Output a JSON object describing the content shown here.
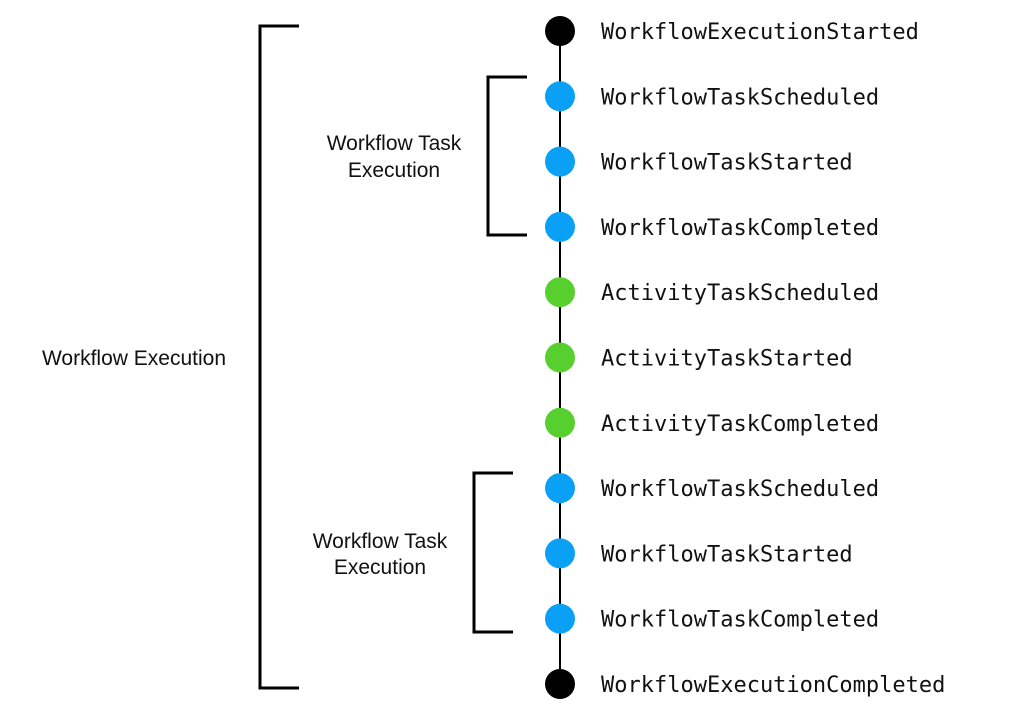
{
  "colors": {
    "milestone": "#000000",
    "workflow_task": "#0aa0f5",
    "activity_task": "#57cf2e",
    "line": "#000000",
    "text": "#111111"
  },
  "events": [
    {
      "label": "WorkflowExecutionStarted",
      "kind": "milestone"
    },
    {
      "label": "WorkflowTaskScheduled",
      "kind": "workflow_task"
    },
    {
      "label": "WorkflowTaskStarted",
      "kind": "workflow_task"
    },
    {
      "label": "WorkflowTaskCompleted",
      "kind": "workflow_task"
    },
    {
      "label": "ActivityTaskScheduled",
      "kind": "activity_task"
    },
    {
      "label": "ActivityTaskStarted",
      "kind": "activity_task"
    },
    {
      "label": "ActivityTaskCompleted",
      "kind": "activity_task"
    },
    {
      "label": "WorkflowTaskScheduled",
      "kind": "workflow_task"
    },
    {
      "label": "WorkflowTaskStarted",
      "kind": "workflow_task"
    },
    {
      "label": "WorkflowTaskCompleted",
      "kind": "workflow_task"
    },
    {
      "label": "WorkflowExecutionCompleted",
      "kind": "milestone"
    }
  ],
  "groups": {
    "workflow_execution": {
      "label": "Workflow Execution"
    },
    "workflow_task_1": {
      "label_line1": "Workflow Task",
      "label_line2": "Execution"
    },
    "workflow_task_2": {
      "label_line1": "Workflow Task",
      "label_line2": "Execution"
    }
  }
}
